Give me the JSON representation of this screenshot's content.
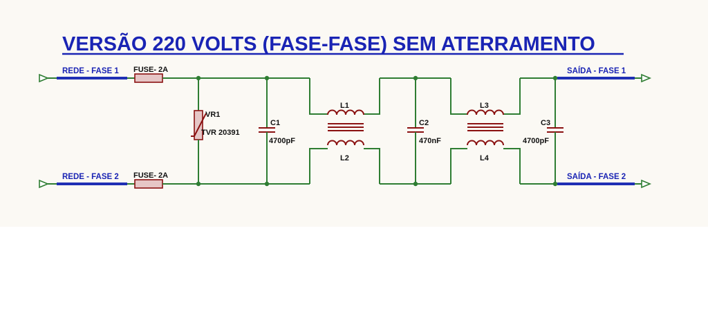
{
  "title": "VERSÃO 220 VOLTS (FASE-FASE) SEM ATERRAMENTO",
  "inputs": {
    "phase1": "REDE - FASE 1",
    "phase2": "REDE - FASE 2"
  },
  "outputs": {
    "phase1": "SAÍDA - FASE 1",
    "phase2": "SAÍDA - FASE 2"
  },
  "fuses": {
    "fuse1": "FUSE- 2A",
    "fuse2": "FUSE- 2A"
  },
  "varistor": {
    "ref": "VR1",
    "value": "TVR 20391"
  },
  "capacitors": {
    "c1": {
      "ref": "C1",
      "value": "4700pF"
    },
    "c2": {
      "ref": "C2",
      "value": "470nF"
    },
    "c3": {
      "ref": "C3",
      "value": "4700pF"
    }
  },
  "inductors": {
    "l1": "L1",
    "l2": "L2",
    "l3": "L3",
    "l4": "L4"
  },
  "colors": {
    "wire": "#2e7d32",
    "bus": "#1f2fb4",
    "component": "#8a1010",
    "text_blue": "#1a24b4"
  }
}
